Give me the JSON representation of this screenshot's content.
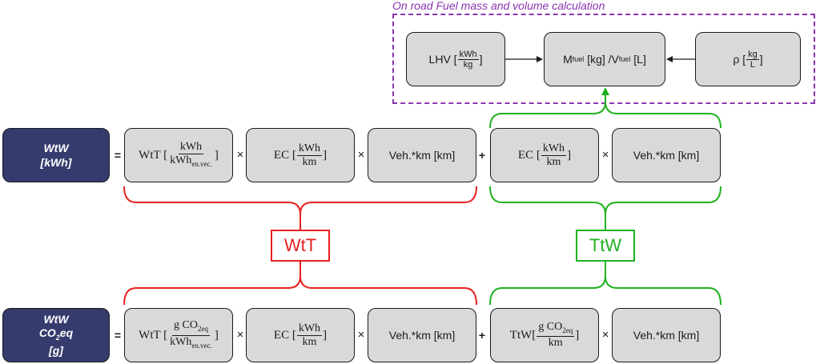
{
  "top_section": {
    "title": "On road Fuel mass and volume calculation",
    "lhv": {
      "prefix": "LHV [",
      "num": "kWh",
      "den": "kg",
      "suffix": "]"
    },
    "mfuel": {
      "m": "M",
      "m_sub": "fuel",
      "middle": " [kg] /V",
      "v_sub": "fuel",
      "suffix": " [L]"
    },
    "rho": {
      "prefix": "ρ [",
      "num": "kg",
      "den": "L",
      "suffix": "]"
    }
  },
  "row1": {
    "label_line1": "WtW",
    "label_line2": "[kWh]",
    "equals": "=",
    "wtt": {
      "prefix": "WtT [",
      "num": "kWh",
      "den_main": "kWh",
      "den_sub": "en.vec.",
      "suffix": "]"
    },
    "times1": "×",
    "ec": {
      "prefix": "EC [",
      "num": "kWh",
      "den": "km",
      "suffix": "]"
    },
    "times2": "×",
    "vehkm": "Veh.*km [km]",
    "plus": "+",
    "ec2": {
      "prefix": "EC [",
      "num": "kWh",
      "den": "km",
      "suffix": "]"
    },
    "times3": "×",
    "vehkm2": "Veh.*km [km]"
  },
  "labels": {
    "wtt": "WtT",
    "ttw": "TtW"
  },
  "row2": {
    "label_line1": "WtW",
    "label_line2_main": "CO",
    "label_line2_sub": "2",
    "label_line2_rest": "eq",
    "label_line3": "[g]",
    "equals": "=",
    "wtt": {
      "prefix": "WtT [",
      "num_main": "g CO",
      "num_sub": "2eq",
      "den_main": "kWh",
      "den_sub": "en.vec.",
      "suffix": "]"
    },
    "times1": "×",
    "ec": {
      "prefix": "EC [",
      "num": "kWh",
      "den": "km",
      "suffix": "]"
    },
    "times2": "×",
    "vehkm": "Veh.*km [km]",
    "plus": "+",
    "ttw": {
      "prefix": "TtW[",
      "num_main": "g CO",
      "num_sub": "2eq",
      "den": "km",
      "suffix": "]"
    },
    "times3": "×",
    "vehkm2": "Veh.*km [km]"
  },
  "colors": {
    "navy": "#363b6e",
    "box_fill": "#d9d9d9",
    "red": "#e8211e",
    "green": "#20b120",
    "purple": "#8b36b0"
  }
}
